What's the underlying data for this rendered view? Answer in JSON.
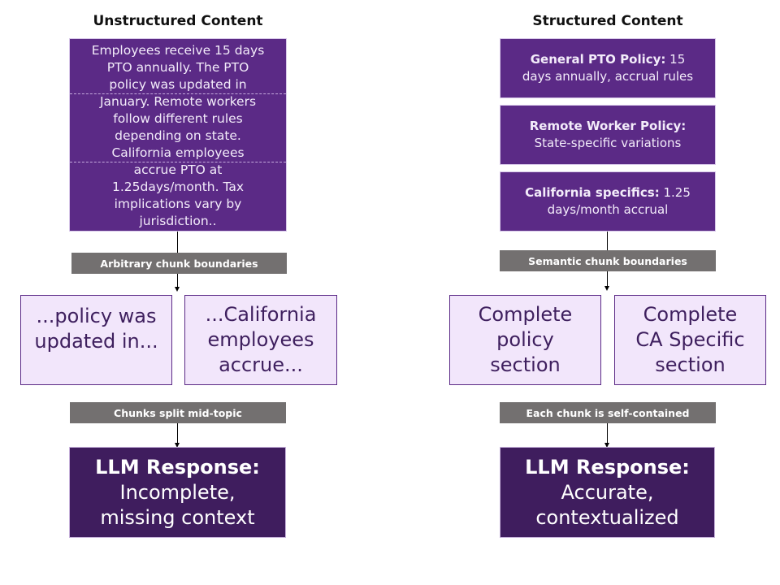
{
  "left": {
    "title": "Unstructured Content",
    "source_lines": [
      "Employees receive 15 days",
      "PTO annually. The PTO",
      "policy was updated in",
      "January. Remote workers",
      "follow different rules",
      "depending on state.",
      "California employees",
      "accrue PTO at",
      "1.25days/month. Tax",
      "implications vary by",
      "jurisdiction.."
    ],
    "boundary_label": "Arbitrary chunk boundaries",
    "chunks": [
      {
        "lines": [
          "...policy was",
          "updated in..."
        ]
      },
      {
        "lines": [
          "...California",
          "employees",
          "accrue..."
        ]
      }
    ],
    "result_label": "Chunks split mid-topic",
    "response": {
      "title": "LLM Response:",
      "lines": [
        "Incomplete,",
        "missing context"
      ]
    }
  },
  "right": {
    "title": "Structured Content",
    "sections": [
      {
        "heading": "General PTO Policy:",
        "text_inline": " 15",
        "text": "days annually, accrual rules"
      },
      {
        "heading": "Remote Worker Policy:",
        "text_inline": "",
        "text": "State-specific variations"
      },
      {
        "heading": "California specifics:",
        "text_inline": " 1.25",
        "text": "days/month accrual"
      }
    ],
    "boundary_label": "Semantic chunk boundaries",
    "chunks": [
      {
        "lines": [
          "Complete",
          "policy",
          "section"
        ]
      },
      {
        "lines": [
          "Complete",
          "CA Specific",
          "section"
        ]
      }
    ],
    "result_label": "Each chunk is self-contained",
    "response": {
      "title": "LLM Response:",
      "lines": [
        "Accurate,",
        "contextualized"
      ]
    }
  },
  "colors": {
    "section_purple": "#5b2a86",
    "chunk_fill": "#f2e6fb",
    "response_purple": "#3f1d5e",
    "label_grey": "#737070"
  }
}
